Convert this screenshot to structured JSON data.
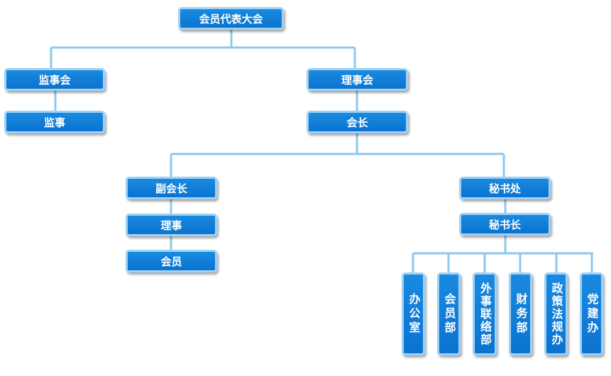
{
  "nodes": {
    "assembly": "会员代表大会",
    "supervisory_board": "监事会",
    "supervisor": "监事",
    "council": "理事会",
    "president": "会长",
    "vice_president": "副会长",
    "director": "理事",
    "member": "会员",
    "secretariat": "秘书处",
    "secretary_general": "秘书长",
    "office": "办公室",
    "membership_dept": "会员部",
    "foreign_affairs": "外事联络部",
    "finance_dept": "财务部",
    "policy_office": "政策法规办",
    "party_office": "党建办"
  },
  "colors": {
    "node_fill": "#0b73cf",
    "node_border": "#9ed2f6",
    "connector": "#8ec8ec",
    "text": "#ffffff"
  }
}
